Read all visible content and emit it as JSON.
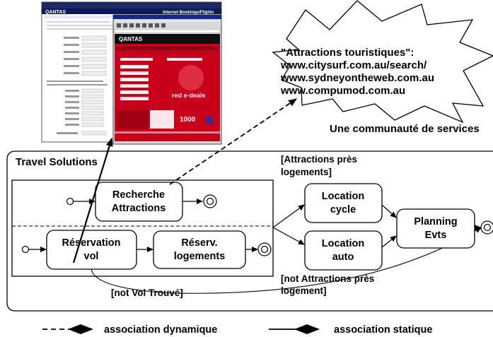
{
  "cloud": {
    "lines": [
      "\"Attractions touristiques\":",
      "www.citysurf.com.au/search/",
      "www.sydneyontheweb.com.au",
      "www.compumod.com.au"
    ],
    "caption": "Une communauté de services"
  },
  "composite": {
    "title": "Travel Solutions"
  },
  "states": {
    "recherche": [
      "Recherche",
      "Attractions"
    ],
    "reservation": [
      "Réservation",
      "vol"
    ],
    "logements": [
      "Réserv.",
      "logements"
    ],
    "cycle": [
      "Location",
      "cycle"
    ],
    "auto": [
      "Location",
      "auto"
    ],
    "planning": [
      "Planning",
      "Evts"
    ]
  },
  "guards": {
    "attractions_pres": [
      "[Attractions près",
      "logements]"
    ],
    "not_attractions": [
      "[not Attractions près",
      "logement]"
    ],
    "not_vol": "[not Vol Trouvé]"
  },
  "screenshots": {
    "back_brand": "QANTAS",
    "back_header": "Internet Bookings/Flights",
    "front_brand": "QANTAS",
    "front_promo": "red e-deals",
    "front_number": "1000"
  },
  "legend": {
    "dynamic": "association dynamique",
    "static": "association statique"
  }
}
